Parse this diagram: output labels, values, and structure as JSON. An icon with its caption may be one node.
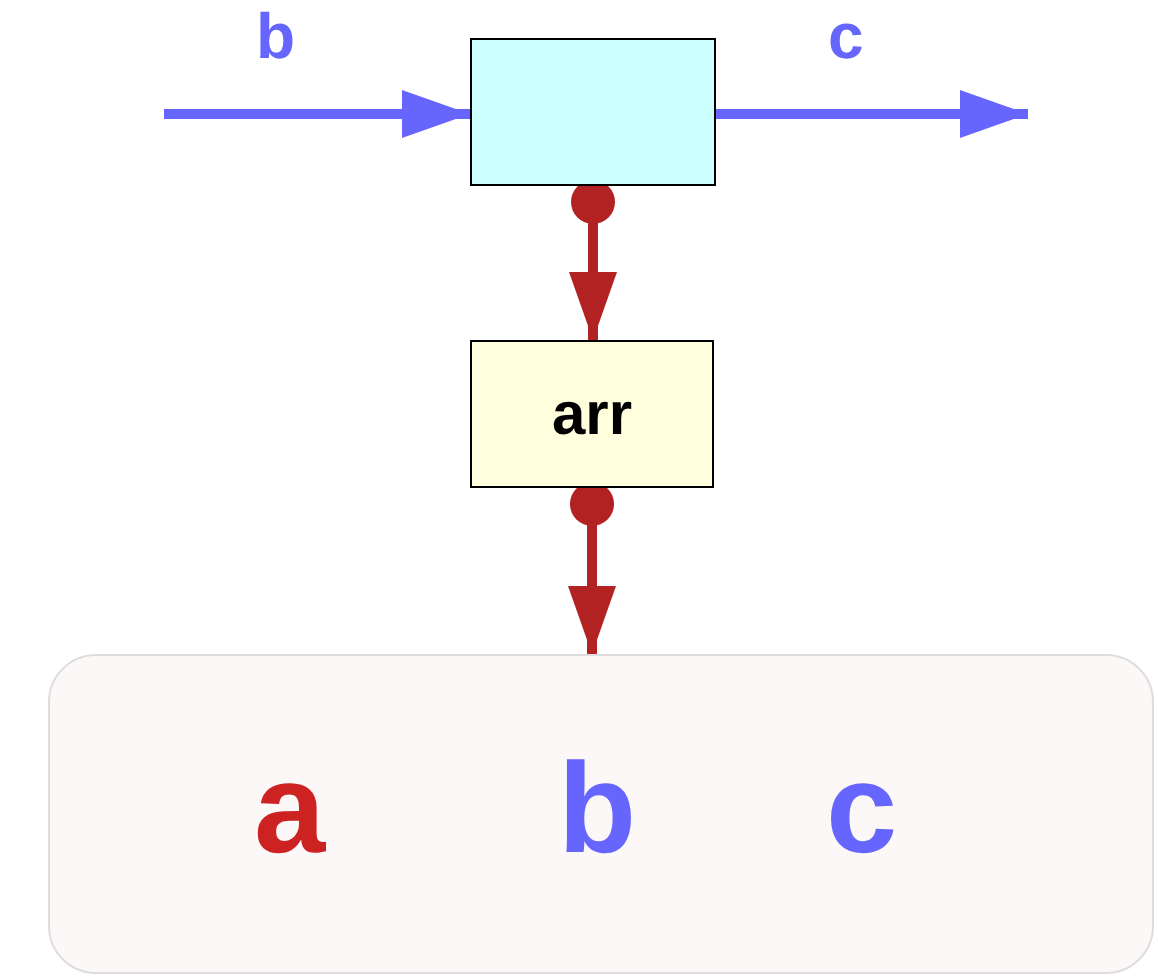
{
  "diagram": {
    "nodes": [
      {
        "text": [],
        "shape": "box"
      },
      {
        "text": [
          "arr"
        ]
      },
      {
        "text": [
          "a",
          "b",
          "c"
        ]
      }
    ],
    "edges": [
      {
        "from": null,
        "to": 0,
        "arrow": "to",
        "label": "b",
        "color": "#6666ff"
      },
      {
        "from": 0,
        "to": null,
        "arrow": "to",
        "label": "c",
        "color": "#6666ff"
      },
      {
        "from": 0,
        "to": 1,
        "arrow": "to",
        "color": "#b22222"
      },
      {
        "from": 1,
        "to": 2,
        "arrow": "to",
        "color": "#b22222"
      }
    ]
  }
}
